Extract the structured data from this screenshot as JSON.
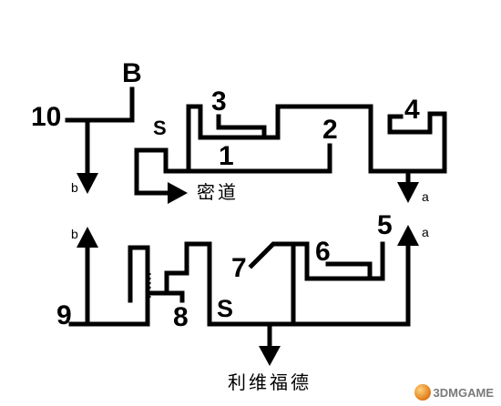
{
  "labels": {
    "n1": "1",
    "n2": "2",
    "n3": "3",
    "n4": "4",
    "n5": "5",
    "n6": "6",
    "n7": "7",
    "n8": "8",
    "n9": "9",
    "n10": "10",
    "start_top": "S",
    "start_bottom": "S",
    "point_b": "B",
    "arrow_b_top": "b",
    "arrow_b_bottom": "b",
    "arrow_a_top": "a",
    "arrow_a_bottom": "a",
    "secret_passage": "密道",
    "destination": "利维福德"
  },
  "watermark": {
    "text": "3DMGAME"
  },
  "colors": {
    "line": "#000000",
    "background": "#ffffff"
  }
}
